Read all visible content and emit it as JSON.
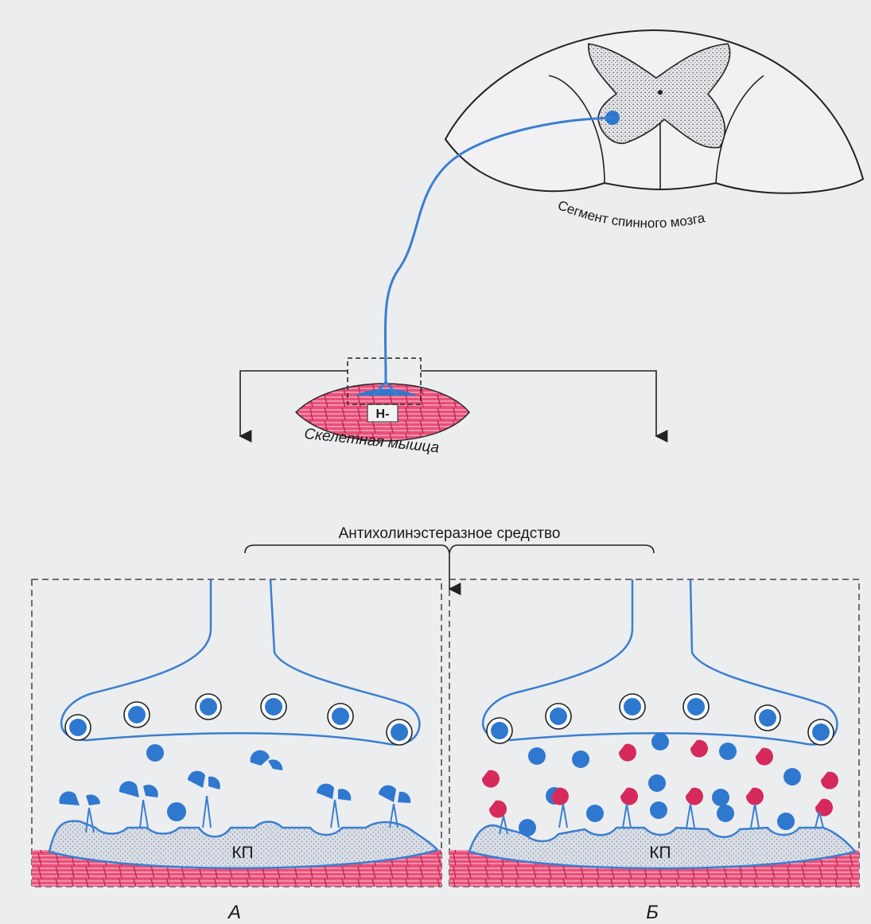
{
  "labels": {
    "spinal_segment": "Сегмент спинного мозга",
    "skeletal_muscle": "Скелетная мышца",
    "receptor_tag": "Н-",
    "drug": "Антихолинэстеразное средство",
    "end_plate_left": "КП",
    "end_plate_right": "КП",
    "panel_a": "А",
    "panel_b": "Б"
  },
  "colors": {
    "nerve": "#3a7fd0",
    "vesicle_fill": "#2f78d0",
    "cholinesterase_red": "#d62a5c",
    "muscle_pink": "#e55a7f",
    "end_plate_fill": "#d4dce6",
    "line": "#222222"
  }
}
